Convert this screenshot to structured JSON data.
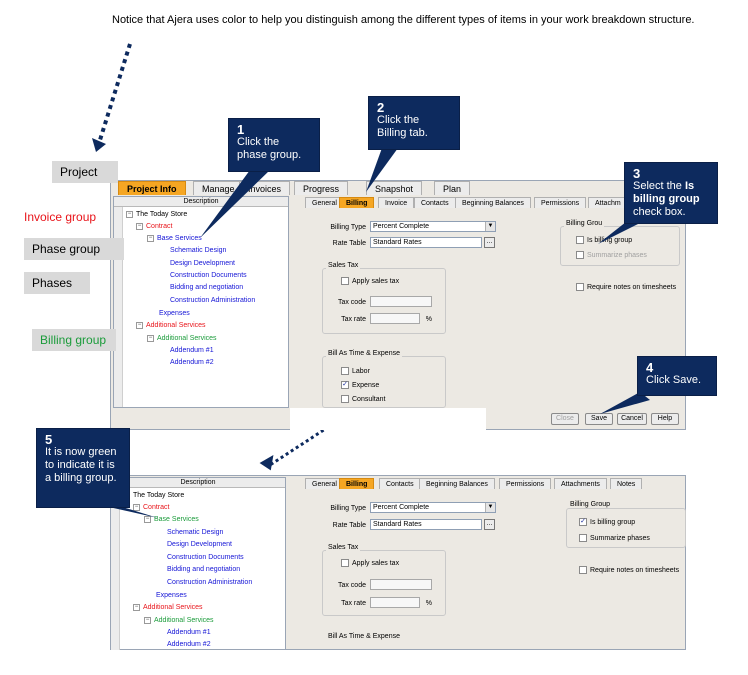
{
  "note": "Notice that Ajera uses color to help you distinguish among the different types of items in your work breakdown structure.",
  "labels": {
    "project": "Project",
    "invoice_group": "Invoice group",
    "phase_group": "Phase group",
    "phases": "Phases",
    "billing_group": "Billing group"
  },
  "callouts": {
    "c1": {
      "num": "1",
      "text": "Click the phase group."
    },
    "c2": {
      "num": "2",
      "text": "Click the Billing tab."
    },
    "c3": {
      "num": "3",
      "pre": "Select the ",
      "bold": "Is billing group",
      "post": " check box."
    },
    "c4": {
      "num": "4",
      "text": "Click Save."
    },
    "c5": {
      "num": "5",
      "text": "It is now green to indicate it is a billing group."
    }
  },
  "colors": {
    "blue": "#1515d6",
    "red": "#e8141a",
    "green": "#1a9b3a",
    "callout": "#0d2a5e",
    "tab_active": "#f5a623"
  },
  "top_tabs": [
    "Project Info",
    "Manage",
    "Invoices",
    "Progress",
    "Snapshot",
    "Plan"
  ],
  "tree": {
    "header": "Description",
    "rows": [
      "The Today Store",
      "Contract",
      "Base Services",
      "Schematic Design",
      "Design Development",
      "Construction Documents",
      "Bidding and negotiation",
      "Construction Administration",
      "Expenses",
      "Additional Services",
      "Additional Services",
      "Addendum #1",
      "Addendum #2"
    ]
  },
  "sub_tabs_1": [
    "General",
    "Billing",
    "Invoice",
    "Contacts",
    "Beginning Balances",
    "Permissions",
    "Attachm"
  ],
  "sub_tabs_2": [
    "General",
    "Billing",
    "Contacts",
    "Beginning Balances",
    "Permissions",
    "Attachments",
    "Notes"
  ],
  "form": {
    "billing_type_label": "Billing Type",
    "billing_type_value": "Percent Complete",
    "rate_table_label": "Rate Table",
    "rate_table_value": "Standard Rates",
    "sales_tax_title": "Sales Tax",
    "apply_sales_tax": "Apply sales tax",
    "tax_code_label": "Tax code",
    "tax_rate_label": "Tax rate",
    "percent": "%",
    "bill_as_title": "Bill As Time & Expense",
    "labor": "Labor",
    "expense": "Expense",
    "consultant": "Consultant",
    "billing_group_title_1": "Billing Grou",
    "billing_group_title_2": "Billing Group",
    "is_billing_group": "Is billing group",
    "summarize_phases": "Summarize phases",
    "require_notes": "Require notes on timesheets",
    "ellipsis": "..."
  },
  "buttons": {
    "close": "Close",
    "save": "Save",
    "cancel": "Cancel",
    "help": "Help"
  }
}
